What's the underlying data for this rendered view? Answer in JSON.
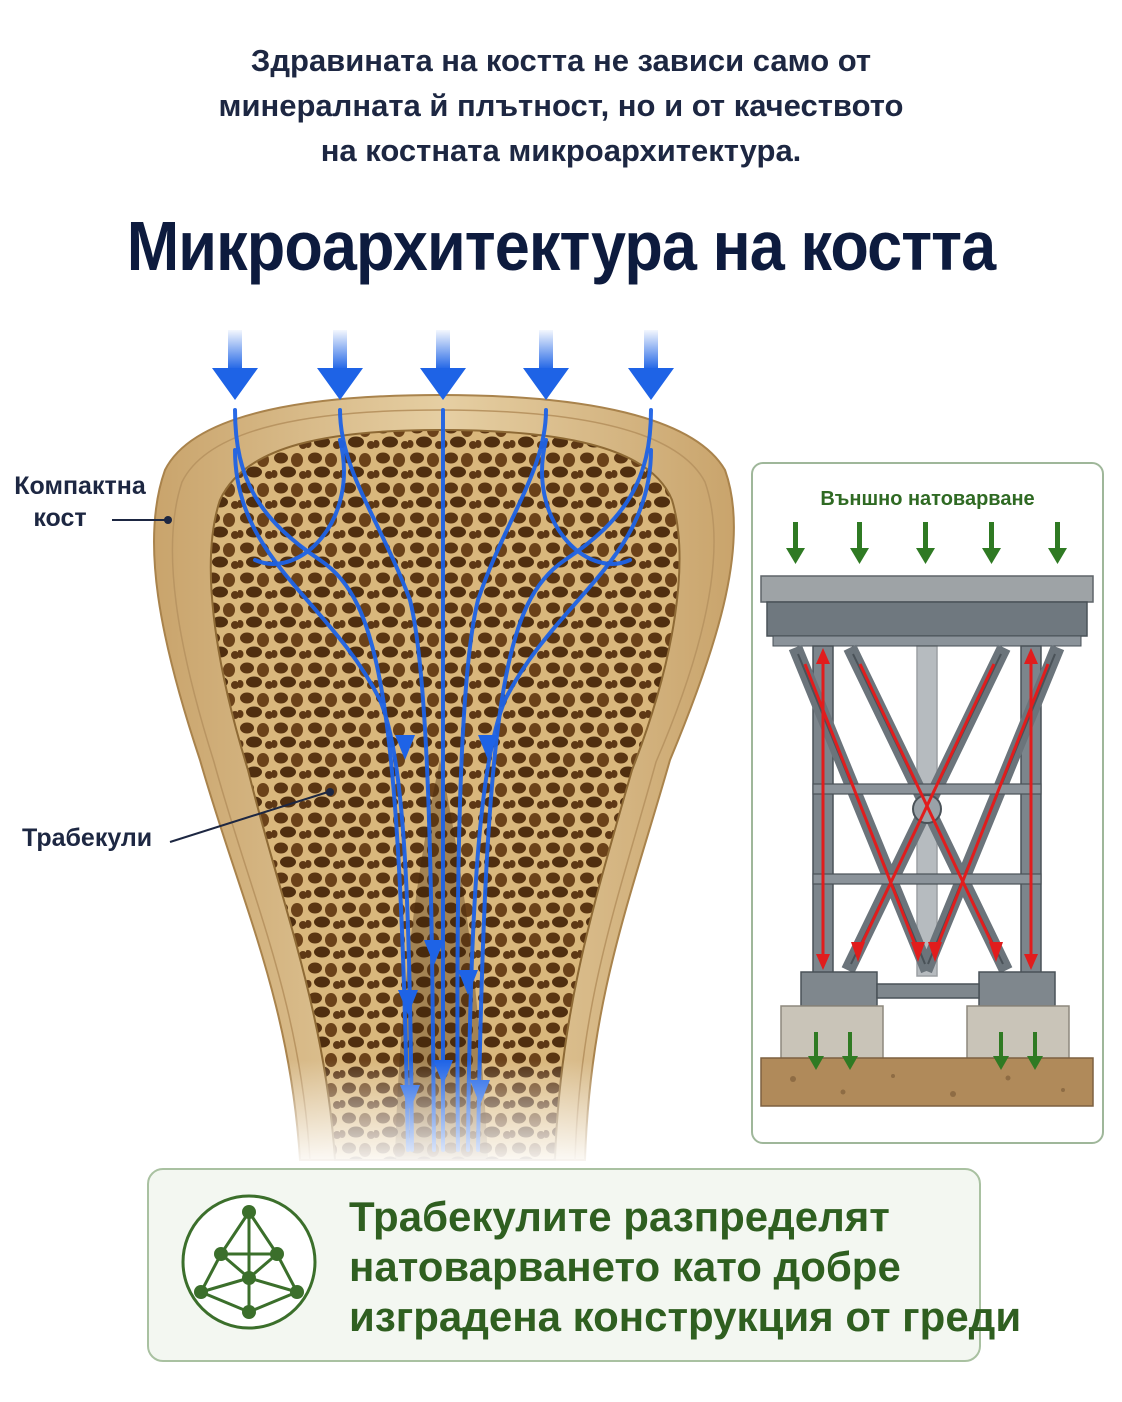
{
  "intro": {
    "lines": [
      "Здравината на костта не зависи само от",
      "минералната й плътност, но и от качеството",
      "на костната микроархитектура."
    ]
  },
  "title": "Микроархитектура на костта",
  "bone": {
    "labels": {
      "compact_line1": "Компактна",
      "compact_line2": "кост",
      "trabeculae": "Трабекули"
    },
    "colors": {
      "cortex": "#d8b988",
      "marrow": "#7a4f22",
      "arrow": "#1e63e6"
    }
  },
  "truss": {
    "title": "Външно натоварване",
    "colors": {
      "steel": "#8a939c",
      "force": "#e11d1d",
      "load": "#2f7a23",
      "concrete": "#c9c4b8",
      "soil": "#b08a5a"
    }
  },
  "callout": {
    "lines": [
      "Трабекулите разпределят",
      "натоварването като добре",
      "изградена конструкция от греди"
    ],
    "icon": "truss-network-icon"
  }
}
